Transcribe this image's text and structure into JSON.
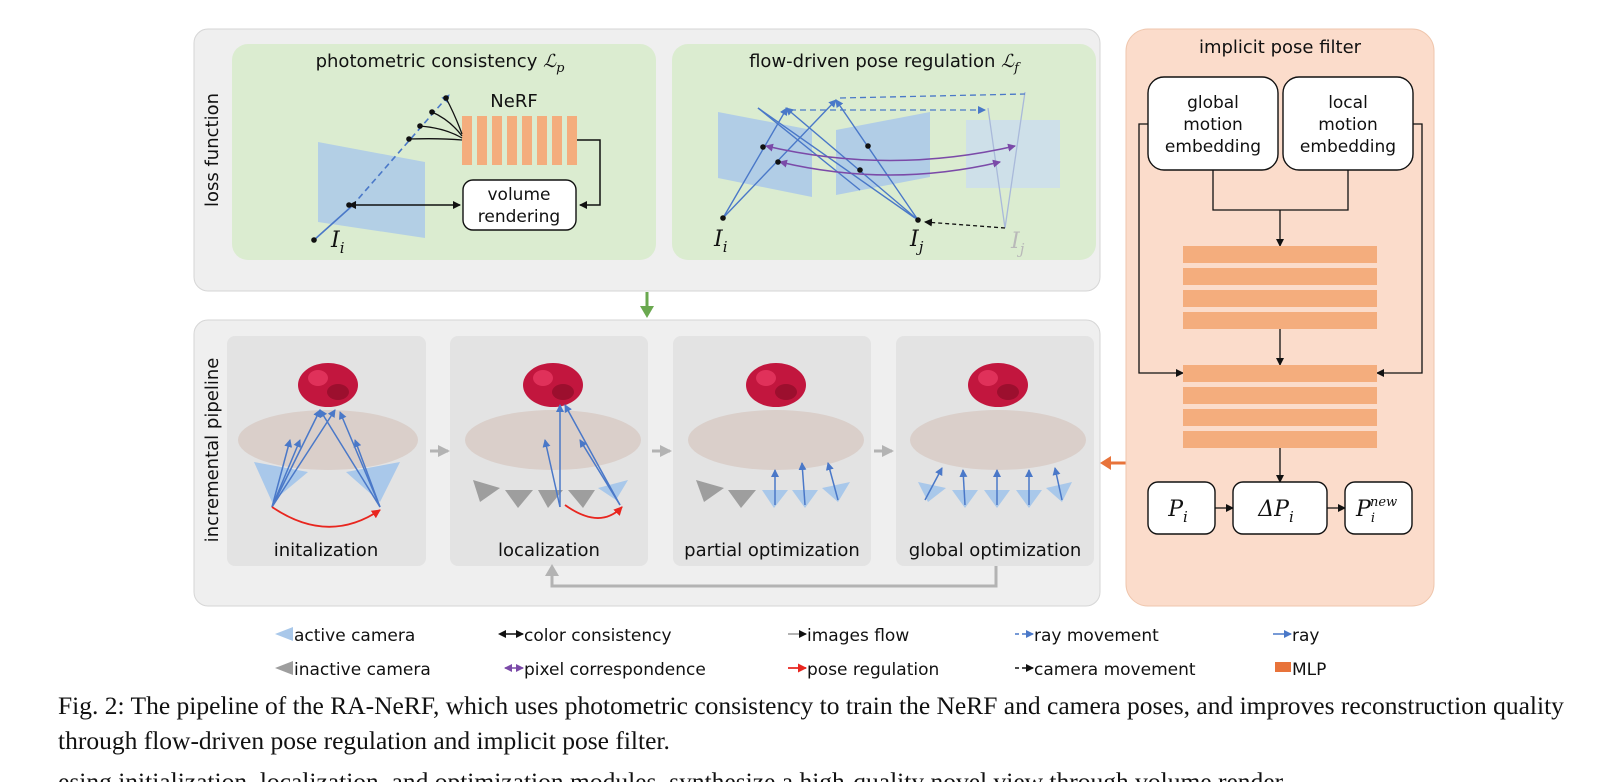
{
  "loss": {
    "side_label": "loss function",
    "photometric_title": "photometric consistency ",
    "photometric_sym": "ℒ",
    "photometric_sub": "p",
    "nerf_label": "NeRF",
    "volume_rendering_1": "volume",
    "volume_rendering_2": "rendering",
    "flow_title": "flow-driven pose regulation ",
    "flow_sym": "ℒ",
    "flow_sub": "f",
    "img_i": "I",
    "img_i_sub": "i",
    "img_j": "I",
    "img_j_sub": "j"
  },
  "pipeline": {
    "side_label": "incremental pipeline",
    "stages": [
      "initalization",
      "localization",
      "partial optimization",
      "global optimization"
    ]
  },
  "filter": {
    "title": "implicit pose filter",
    "global_embed": [
      "global",
      "motion",
      "embedding"
    ],
    "local_embed": [
      "local",
      "motion",
      "embedding"
    ],
    "p_i": "P",
    "p_i_sub": "i",
    "delta_p": "ΔP",
    "delta_p_sub": "i",
    "p_new": "P",
    "p_new_sub": "i",
    "p_new_sup": "new"
  },
  "legend": {
    "row1": [
      "active camera",
      "color consistency",
      "images flow",
      "ray movement",
      "ray"
    ],
    "row2": [
      "inactive camera",
      "pixel correspondence",
      "pose regulation",
      "camera movement",
      "MLP"
    ]
  },
  "colors": {
    "green_panel": "#dbecd0",
    "grey_panel": "#efefef",
    "orange_panel": "#fbdccb",
    "mlp": "#f4ad7d",
    "ray_blue": "#4a78c8",
    "camera_blue": "#a9c8ea",
    "purple": "#7b4aa8",
    "red": "#e8261f",
    "arrow_green": "#6aa84f",
    "arrow_orange": "#e8733a",
    "arrow_grey": "#b3b3b3"
  },
  "caption": {
    "label": "Fig. 2:",
    "text": " The pipeline of the RA-NeRF, which uses photometric consistency to train the NeRF and camera poses, and improves reconstruction quality through flow-driven pose regulation and implicit pose filter.",
    "next_line": "esing initialization, localization, and optimization modules,    synthesize a high-quality novel view through volume render-"
  }
}
